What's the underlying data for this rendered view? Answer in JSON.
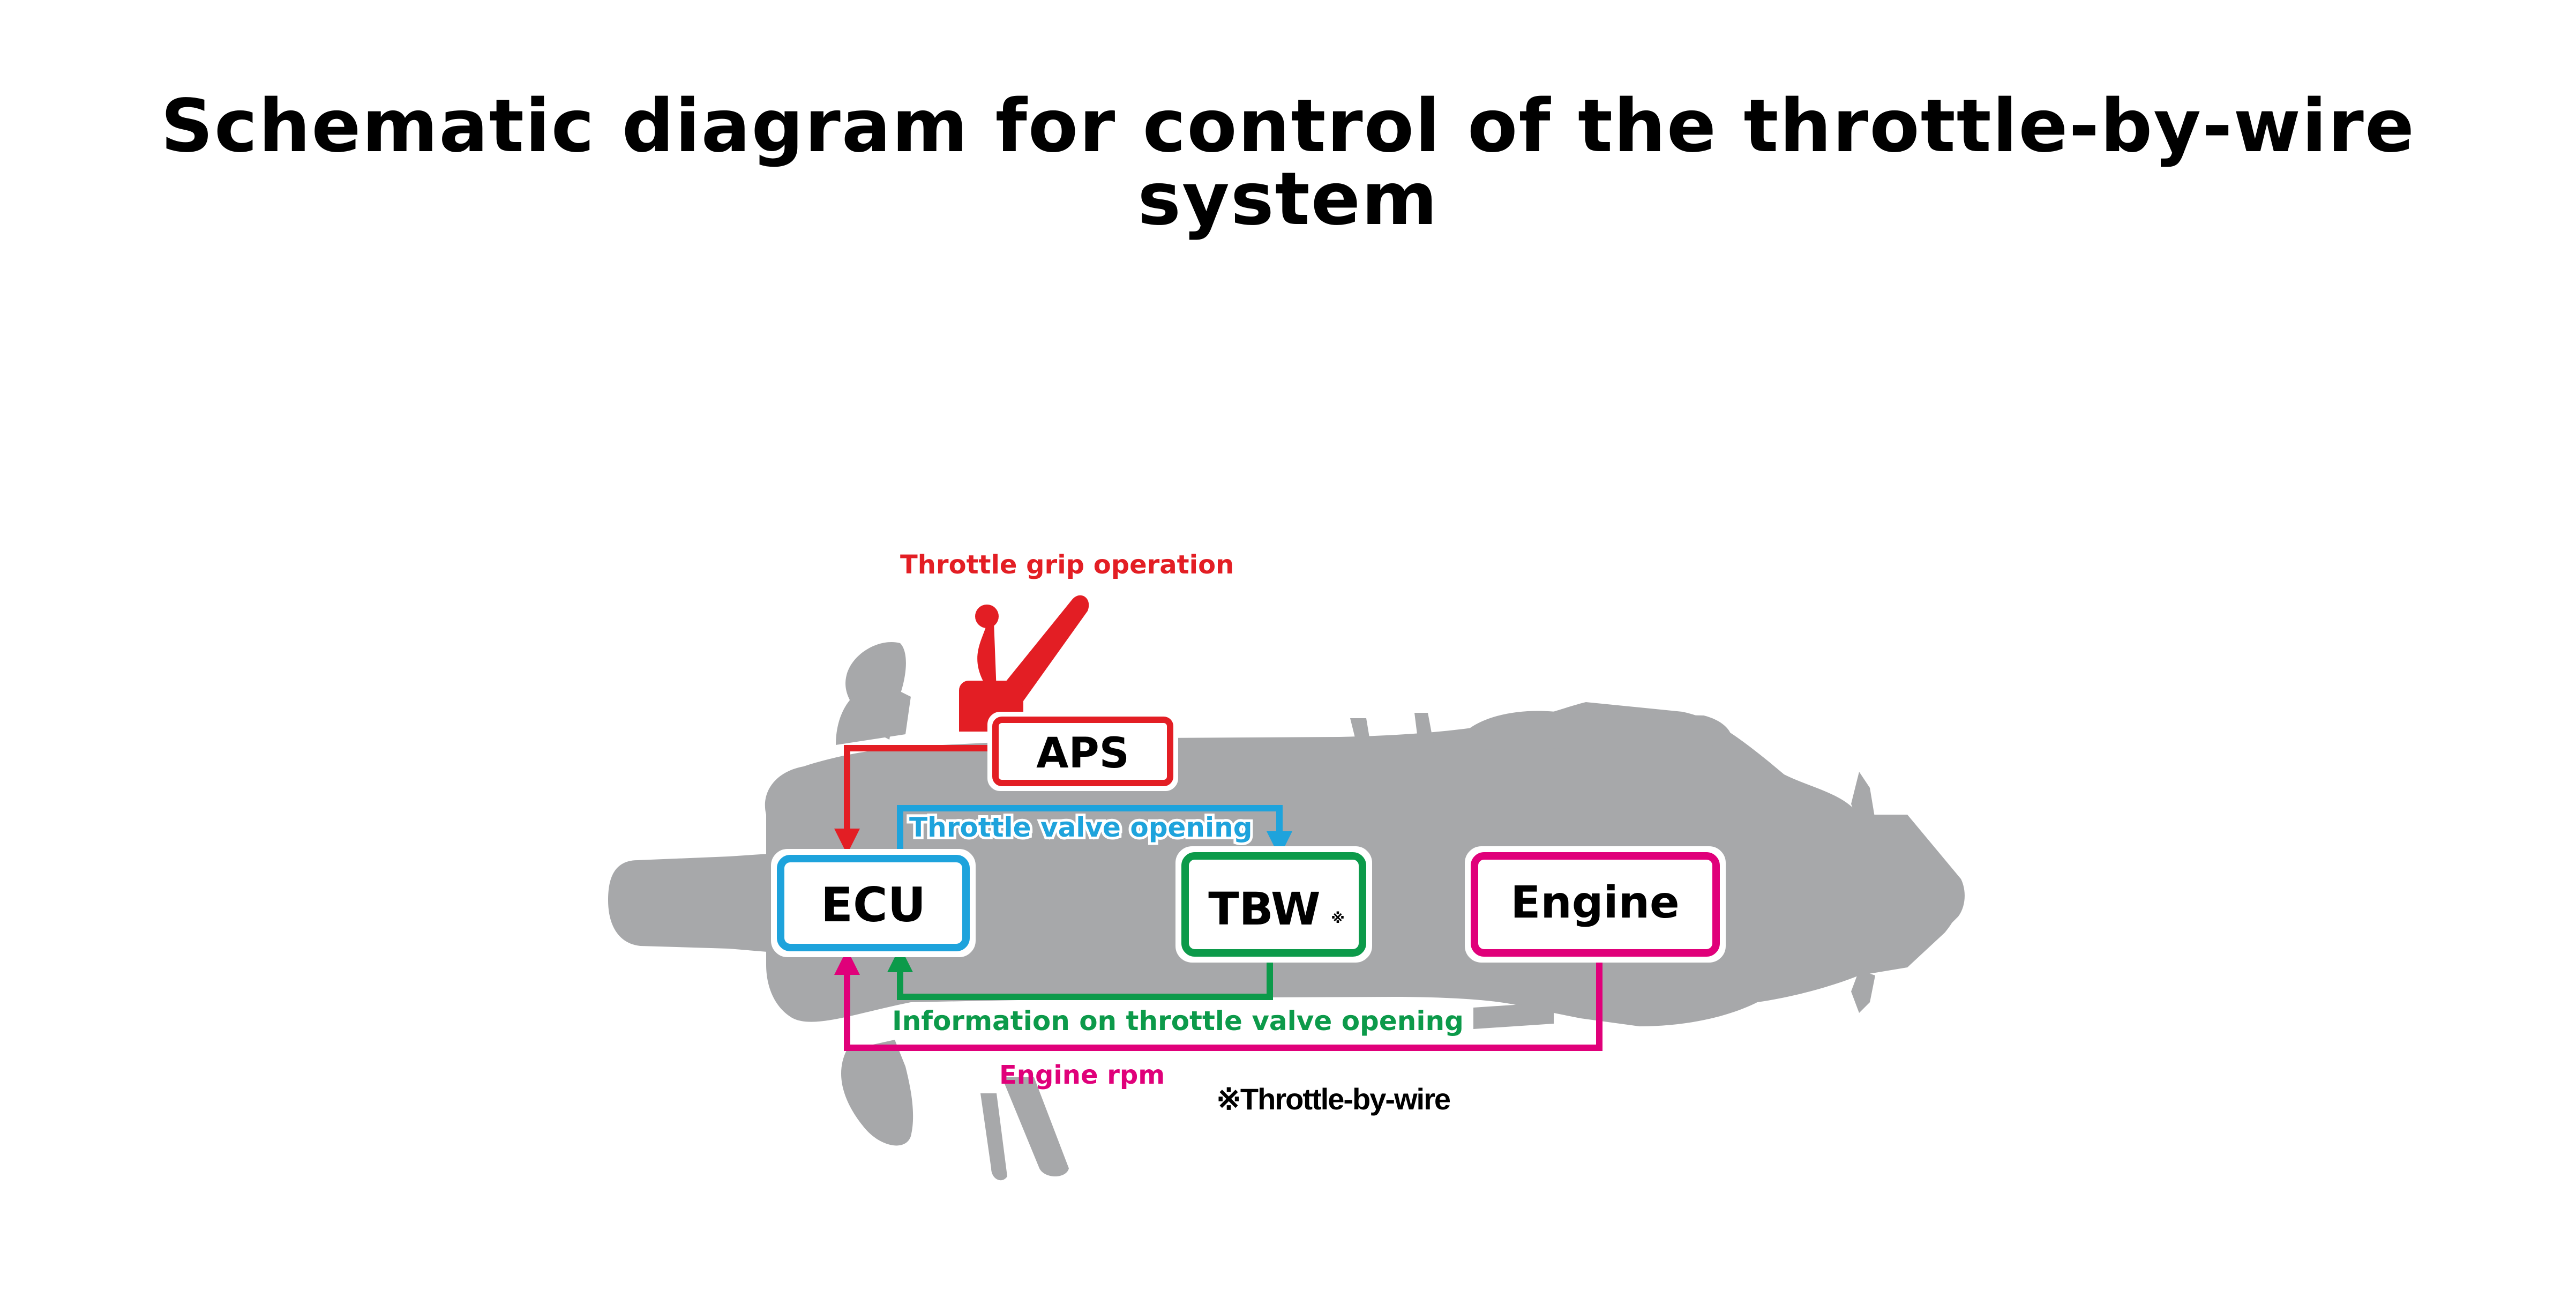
{
  "title": "Schematic diagram for control of the throttle-by-wire system",
  "nodes": {
    "aps": "APS",
    "ecu": "ECU",
    "tbw": "TBW",
    "tbw_mark": "※",
    "engine": "Engine"
  },
  "labels": {
    "throttle_grip": "Throttle grip operation",
    "throttle_valve": "Throttle valve opening",
    "info_throttle": "Information on throttle valve opening",
    "engine_rpm": "Engine rpm",
    "footnote": "※Throttle-by-wire"
  },
  "colors": {
    "aps": "#e31e24",
    "ecu": "#1ea3dc",
    "tbw": "#0c9a4a",
    "engine": "#e0007a",
    "silhouette": "#a7a8aa"
  }
}
